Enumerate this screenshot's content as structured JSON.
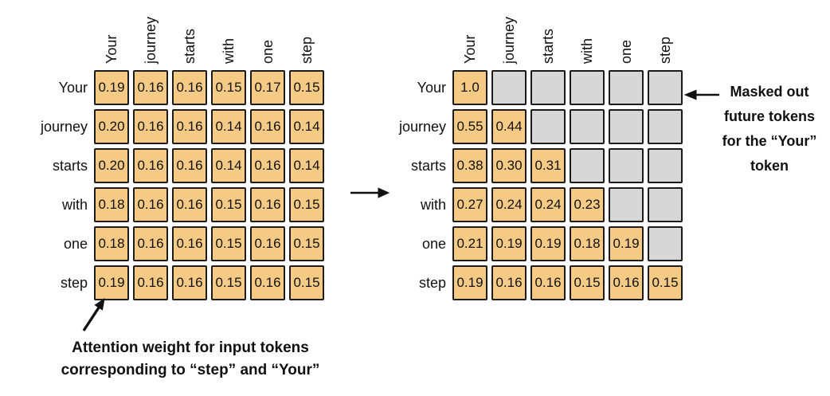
{
  "tokens": [
    "Your",
    "journey",
    "starts",
    "with",
    "one",
    "step"
  ],
  "colors": {
    "cell_orange": "#F4CA84",
    "cell_masked": "#D7D7D7",
    "cell_border": "#1C1C1C",
    "arrow_black": "#111111",
    "text_black": "#111111",
    "background": "#FFFFFF"
  },
  "left_matrix": {
    "description": "unmasked attention weights",
    "rows": [
      [
        "0.19",
        "0.16",
        "0.16",
        "0.15",
        "0.17",
        "0.15"
      ],
      [
        "0.20",
        "0.16",
        "0.16",
        "0.14",
        "0.16",
        "0.14"
      ],
      [
        "0.20",
        "0.16",
        "0.16",
        "0.14",
        "0.16",
        "0.14"
      ],
      [
        "0.18",
        "0.16",
        "0.16",
        "0.15",
        "0.16",
        "0.15"
      ],
      [
        "0.18",
        "0.16",
        "0.16",
        "0.15",
        "0.16",
        "0.15"
      ],
      [
        "0.19",
        "0.16",
        "0.16",
        "0.15",
        "0.16",
        "0.15"
      ]
    ]
  },
  "right_matrix": {
    "description": "causally masked and renormalized attention weights",
    "rows": [
      [
        "1.0",
        null,
        null,
        null,
        null,
        null
      ],
      [
        "0.55",
        "0.44",
        null,
        null,
        null,
        null
      ],
      [
        "0.38",
        "0.30",
        "0.31",
        null,
        null,
        null
      ],
      [
        "0.27",
        "0.24",
        "0.24",
        "0.23",
        null,
        null
      ],
      [
        "0.21",
        "0.19",
        "0.19",
        "0.18",
        "0.19",
        null
      ],
      [
        "0.19",
        "0.16",
        "0.16",
        "0.15",
        "0.16",
        "0.15"
      ]
    ]
  },
  "annotations": {
    "masked": {
      "lines": [
        "Masked out",
        "future tokens",
        "for the “Your”",
        "token"
      ]
    },
    "attention": {
      "lines": [
        "Attention weight for input tokens",
        "corresponding to “step” and “Your”"
      ]
    }
  }
}
